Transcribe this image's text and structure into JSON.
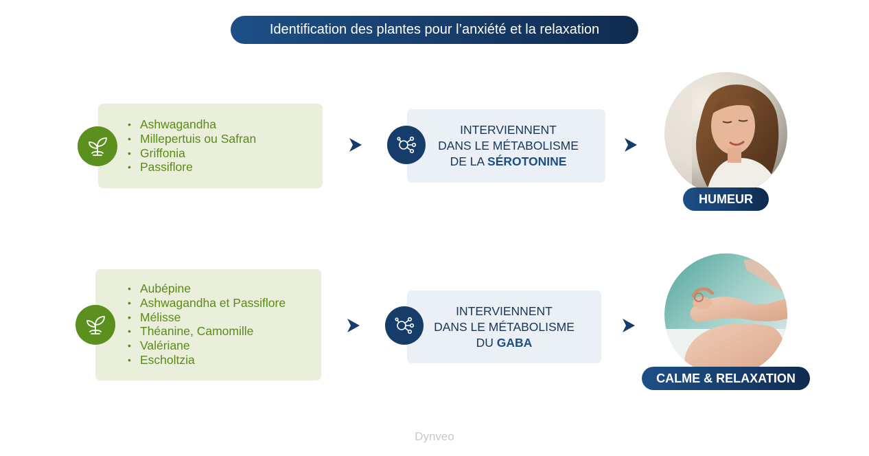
{
  "title": "Identification des plantes pour l’anxiété et la relaxation",
  "rows": [
    {
      "plants": [
        "Ashwagandha",
        "Millepertuis ou Safran",
        "Griffonia",
        "Passiflore"
      ],
      "info_line1": "INTERVIENNENT",
      "info_line2": "DANS LE MÉTABOLISME",
      "info_prefix": "DE LA ",
      "info_strong": "SÉROTONINE",
      "outcome": "HUMEUR"
    },
    {
      "plants": [
        "Aubépine",
        "Ashwagandha et Passiflore",
        "Mélisse",
        "Théanine, Camomille",
        "Valériane",
        "Escholtzia"
      ],
      "info_line1": "INTERVIENNENT",
      "info_line2": "DANS LE MÉTABOLISME",
      "info_prefix": "DU ",
      "info_strong": "GABA",
      "outcome": "CALME & RELAXATION"
    }
  ],
  "brand": "Dynveo",
  "icons": {
    "plant": "sprouting-plant-icon",
    "molecule": "molecule-icon",
    "arrow": "chevron-arrow-icon"
  },
  "colors": {
    "navy": "#163c6a",
    "plant_green": "#5b8f1e",
    "plant_box": "#e9efdb",
    "info_box": "#eaf0f6"
  }
}
